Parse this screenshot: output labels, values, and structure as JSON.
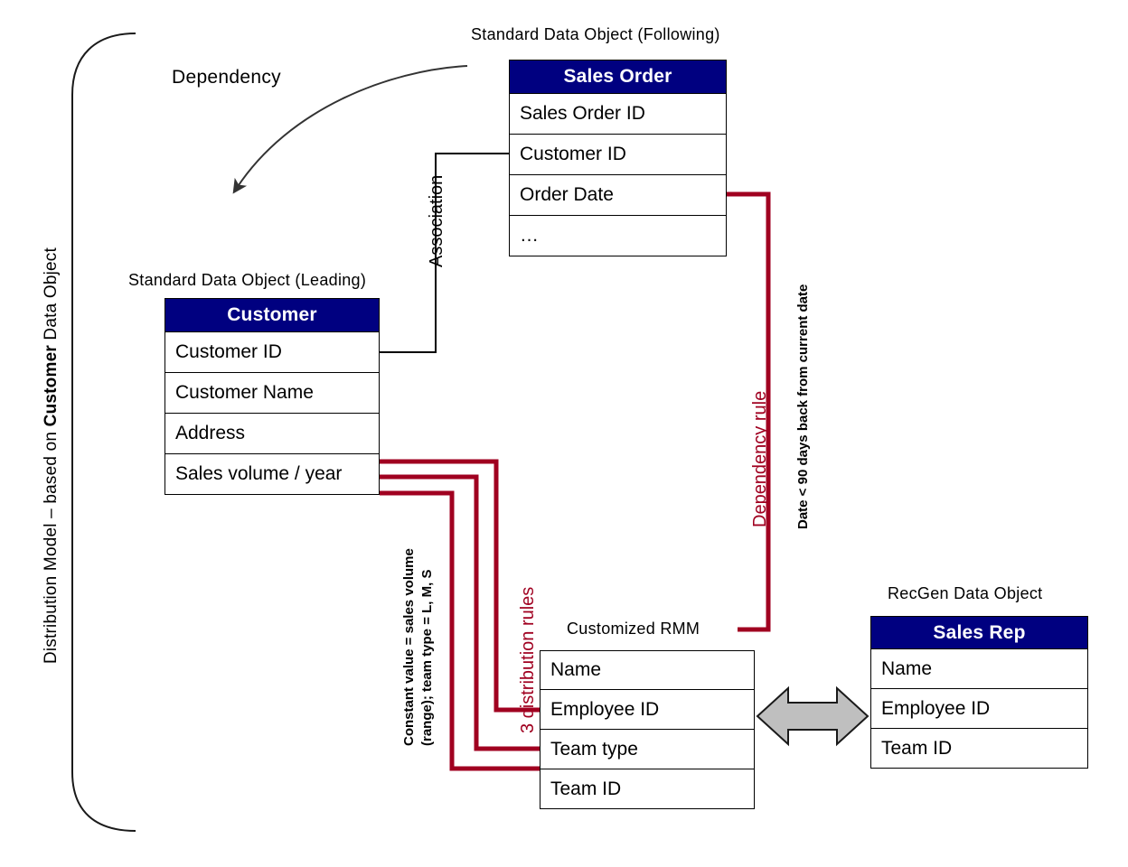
{
  "diagram": {
    "side_title_prefix": "Distribution Model – based on ",
    "side_title_bold": "Customer",
    "side_title_suffix": " Data Object",
    "captions": {
      "dependency": "Dependency",
      "standard_following": "Standard Data Object (Following)",
      "standard_leading": "Standard Data Object (Leading)",
      "customized_rmm": "Customized  RMM",
      "recgen": "RecGen Data Object",
      "association": "Association"
    },
    "annotations": {
      "dependency_rule": "Dependency rule",
      "dependency_rule_detail": "Date < 90 days back from current date",
      "distribution_rules": "3 distribution rules",
      "distribution_detail_line1": "Constant value = sales volume",
      "distribution_detail_line2": "(range); team type = L, M, S"
    },
    "colors": {
      "header_navy": "#000080",
      "rule_red": "#A00020",
      "arrow_gray": "#BFBFBF",
      "line_black": "#000000"
    },
    "entities": [
      {
        "id": "sales-order",
        "title": "Sales Order",
        "has_header": true,
        "rows": [
          "Sales Order ID",
          "Customer ID",
          "Order Date",
          "…"
        ]
      },
      {
        "id": "customer",
        "title": "Customer",
        "has_header": true,
        "rows": [
          "Customer ID",
          "Customer Name",
          "Address",
          "Sales volume / year"
        ]
      },
      {
        "id": "customized-rmm",
        "title": "",
        "has_header": false,
        "rows": [
          "Name",
          "Employee ID",
          "Team type",
          "Team ID"
        ]
      },
      {
        "id": "sales-rep",
        "title": "Sales Rep",
        "has_header": true,
        "rows": [
          "Name",
          "Employee ID",
          "Team ID"
        ]
      }
    ]
  }
}
